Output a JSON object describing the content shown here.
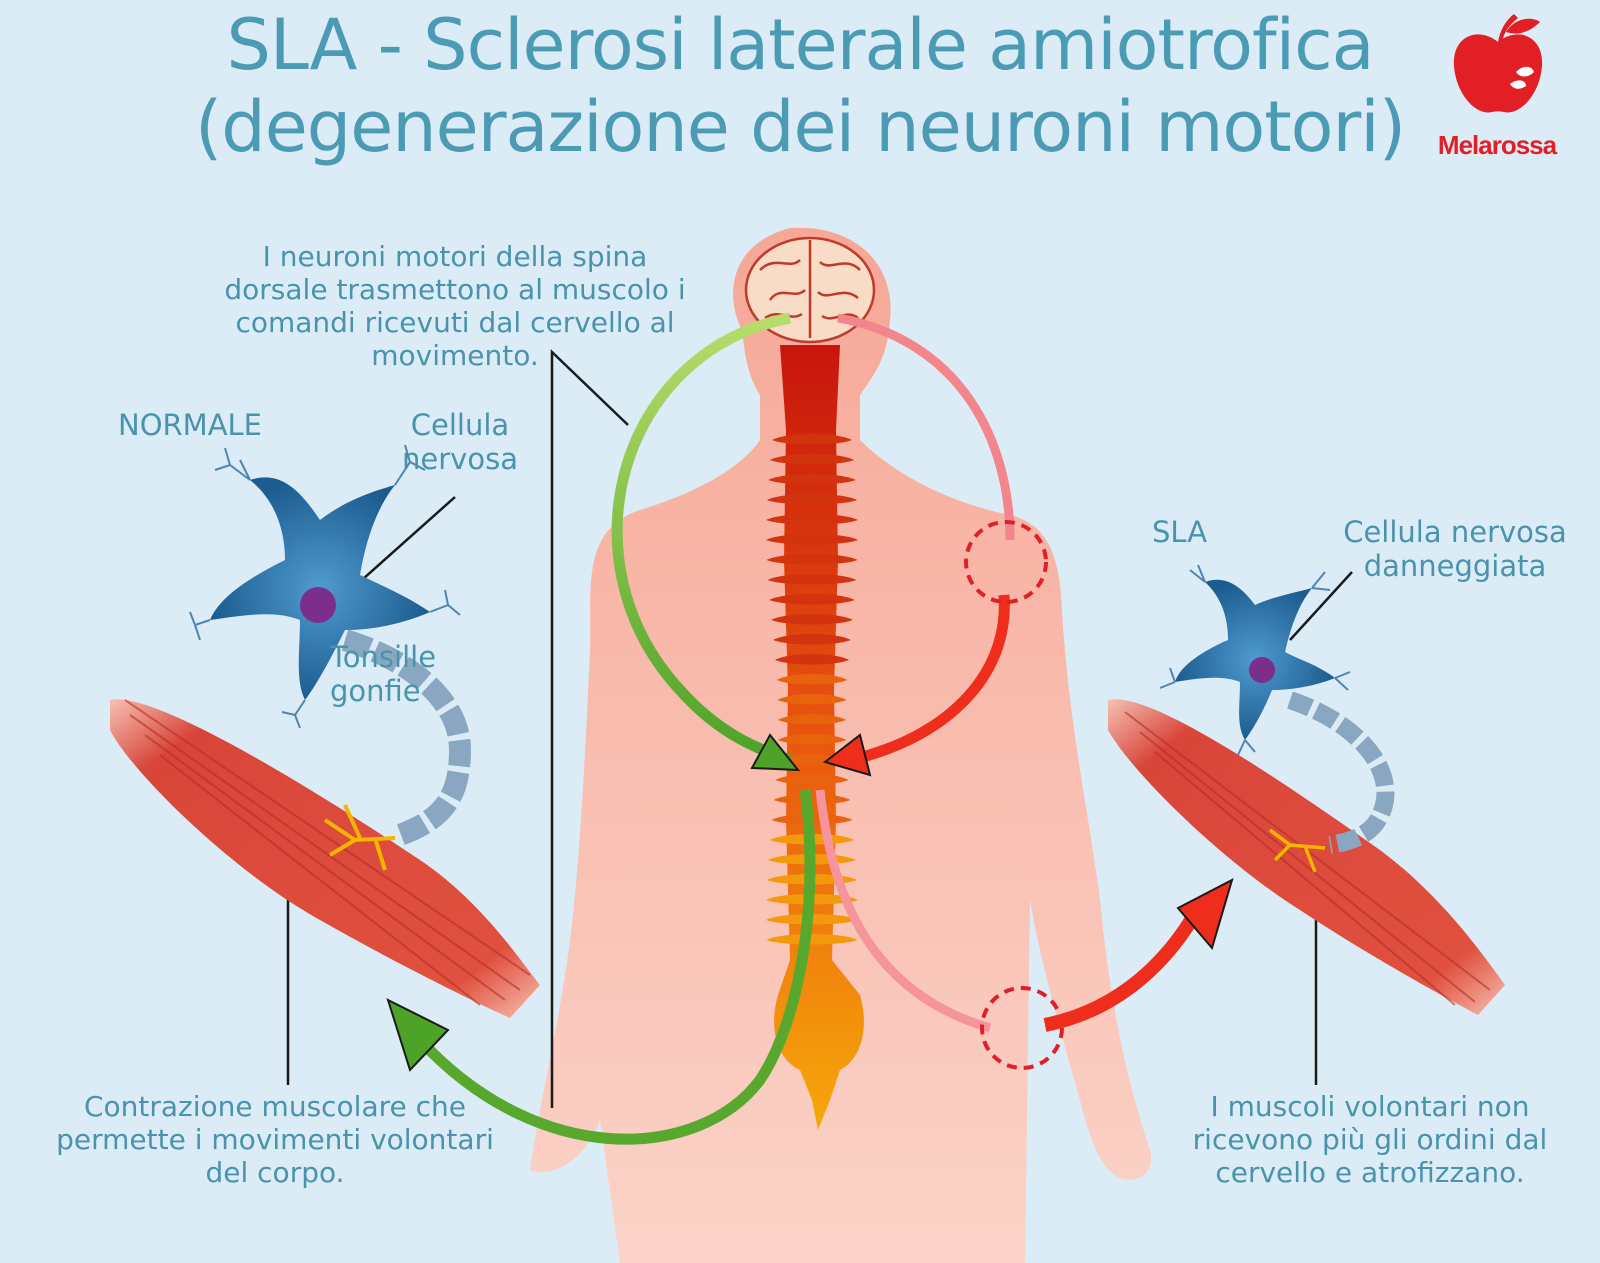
{
  "header": {
    "title_line1": "SLA - Sclerosi laterale amiotrofica",
    "title_line2": "(degenerazione dei neuroni motori)"
  },
  "logo": {
    "brand": "Melarossa",
    "icon": "apple-icon",
    "color": "#e31f26"
  },
  "labels": {
    "motor_neurons": "I neuroni motori della spina dorsale trasmettono al muscolo i comandi ricevuti dal cervello al movimento.",
    "normal": "NORMALE",
    "nerve_cell": "Cellula nervosa",
    "tonsils": "Tonsille gonfie",
    "contraction": "Contrazione muscolare che permette i movimenti volontari del corpo.",
    "sla": "SLA",
    "damaged_cell": "Cellula nervosa danneggiata",
    "atrophy": "I muscoli volontari non ricevono più gli ordini dal cervello e atrofizzano."
  },
  "colors": {
    "background": "#dcecf7",
    "text": "#4a93ad",
    "healthy_arrow": "#58a82e",
    "damaged_arrow": "#f0311e",
    "body": "#f7b3a2"
  }
}
